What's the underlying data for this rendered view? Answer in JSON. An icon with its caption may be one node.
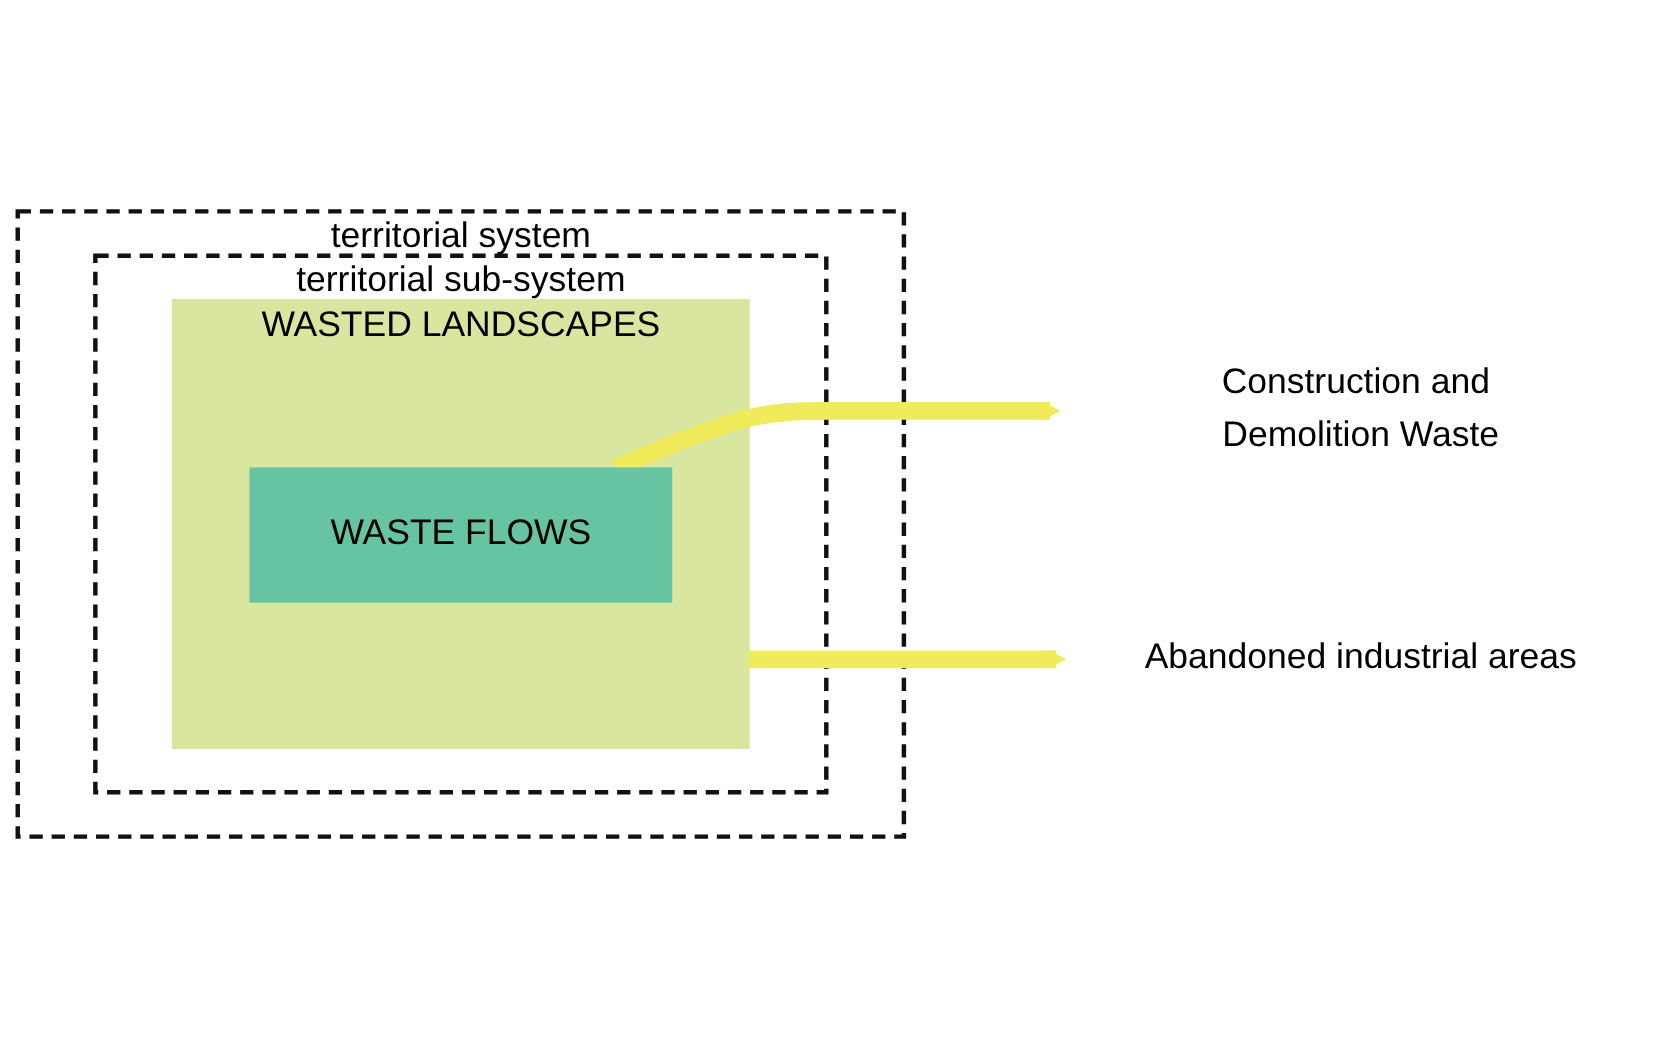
{
  "diagram": {
    "nodes": [
      {
        "text": [
          "territorial system"
        ]
      },
      {
        "text": [
          "territorial sub-system"
        ],
        "in": 0
      },
      {
        "text": [
          "WASTED LANDSCAPES"
        ],
        "in": 1
      },
      {
        "text": [
          "WASTE FLOWS"
        ],
        "in": 2
      },
      {
        "text": [
          "Abandoned industrial areas"
        ]
      },
      {
        "text": [
          "Construction and Demolition Waste"
        ]
      }
    ],
    "edges": [
      {
        "from": 2,
        "to": 4,
        "arrow": "to",
        "color": "#f0eb5a"
      },
      {
        "from": 3,
        "to": 5,
        "arrow": "to",
        "color": "#f0eb5a"
      }
    ]
  }
}
